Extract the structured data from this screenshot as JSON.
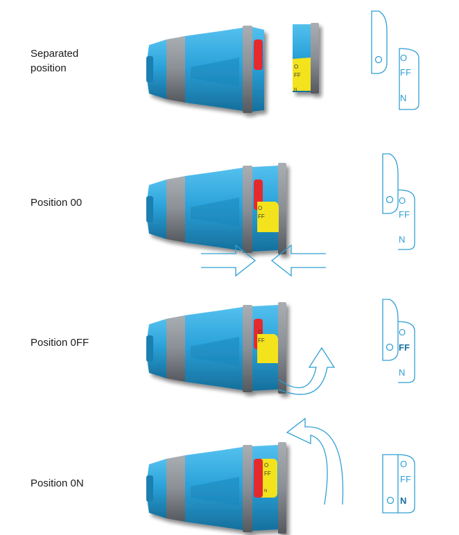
{
  "colors": {
    "plug_blue": "#2ba3da",
    "plug_blue_dark": "#1a7fb1",
    "ring_gray": "#8a8f95",
    "ring_gray_dark": "#5f646a",
    "red_window": "#e52b2f",
    "yellow_window": "#f3e31a",
    "line_blue": "#2f9fd4",
    "text": "#1a1a1a"
  },
  "rows": [
    {
      "label": "Separated\nposition",
      "state": "separated"
    },
    {
      "label": "Position 00",
      "state": "oo"
    },
    {
      "label": "Position 0FF",
      "state": "off"
    },
    {
      "label": "Position 0N",
      "state": "on"
    }
  ],
  "badge_text": {
    "o_left": "O",
    "o_right": "O",
    "ff": "FF",
    "n": "N"
  },
  "plug_window_text": {
    "o": "O",
    "ff": "FF",
    "n": "N"
  },
  "icons": [
    "arrow-right-icon",
    "arrow-left-icon",
    "rotate-up-arrow-icon",
    "rotate-down-arrow-icon"
  ]
}
